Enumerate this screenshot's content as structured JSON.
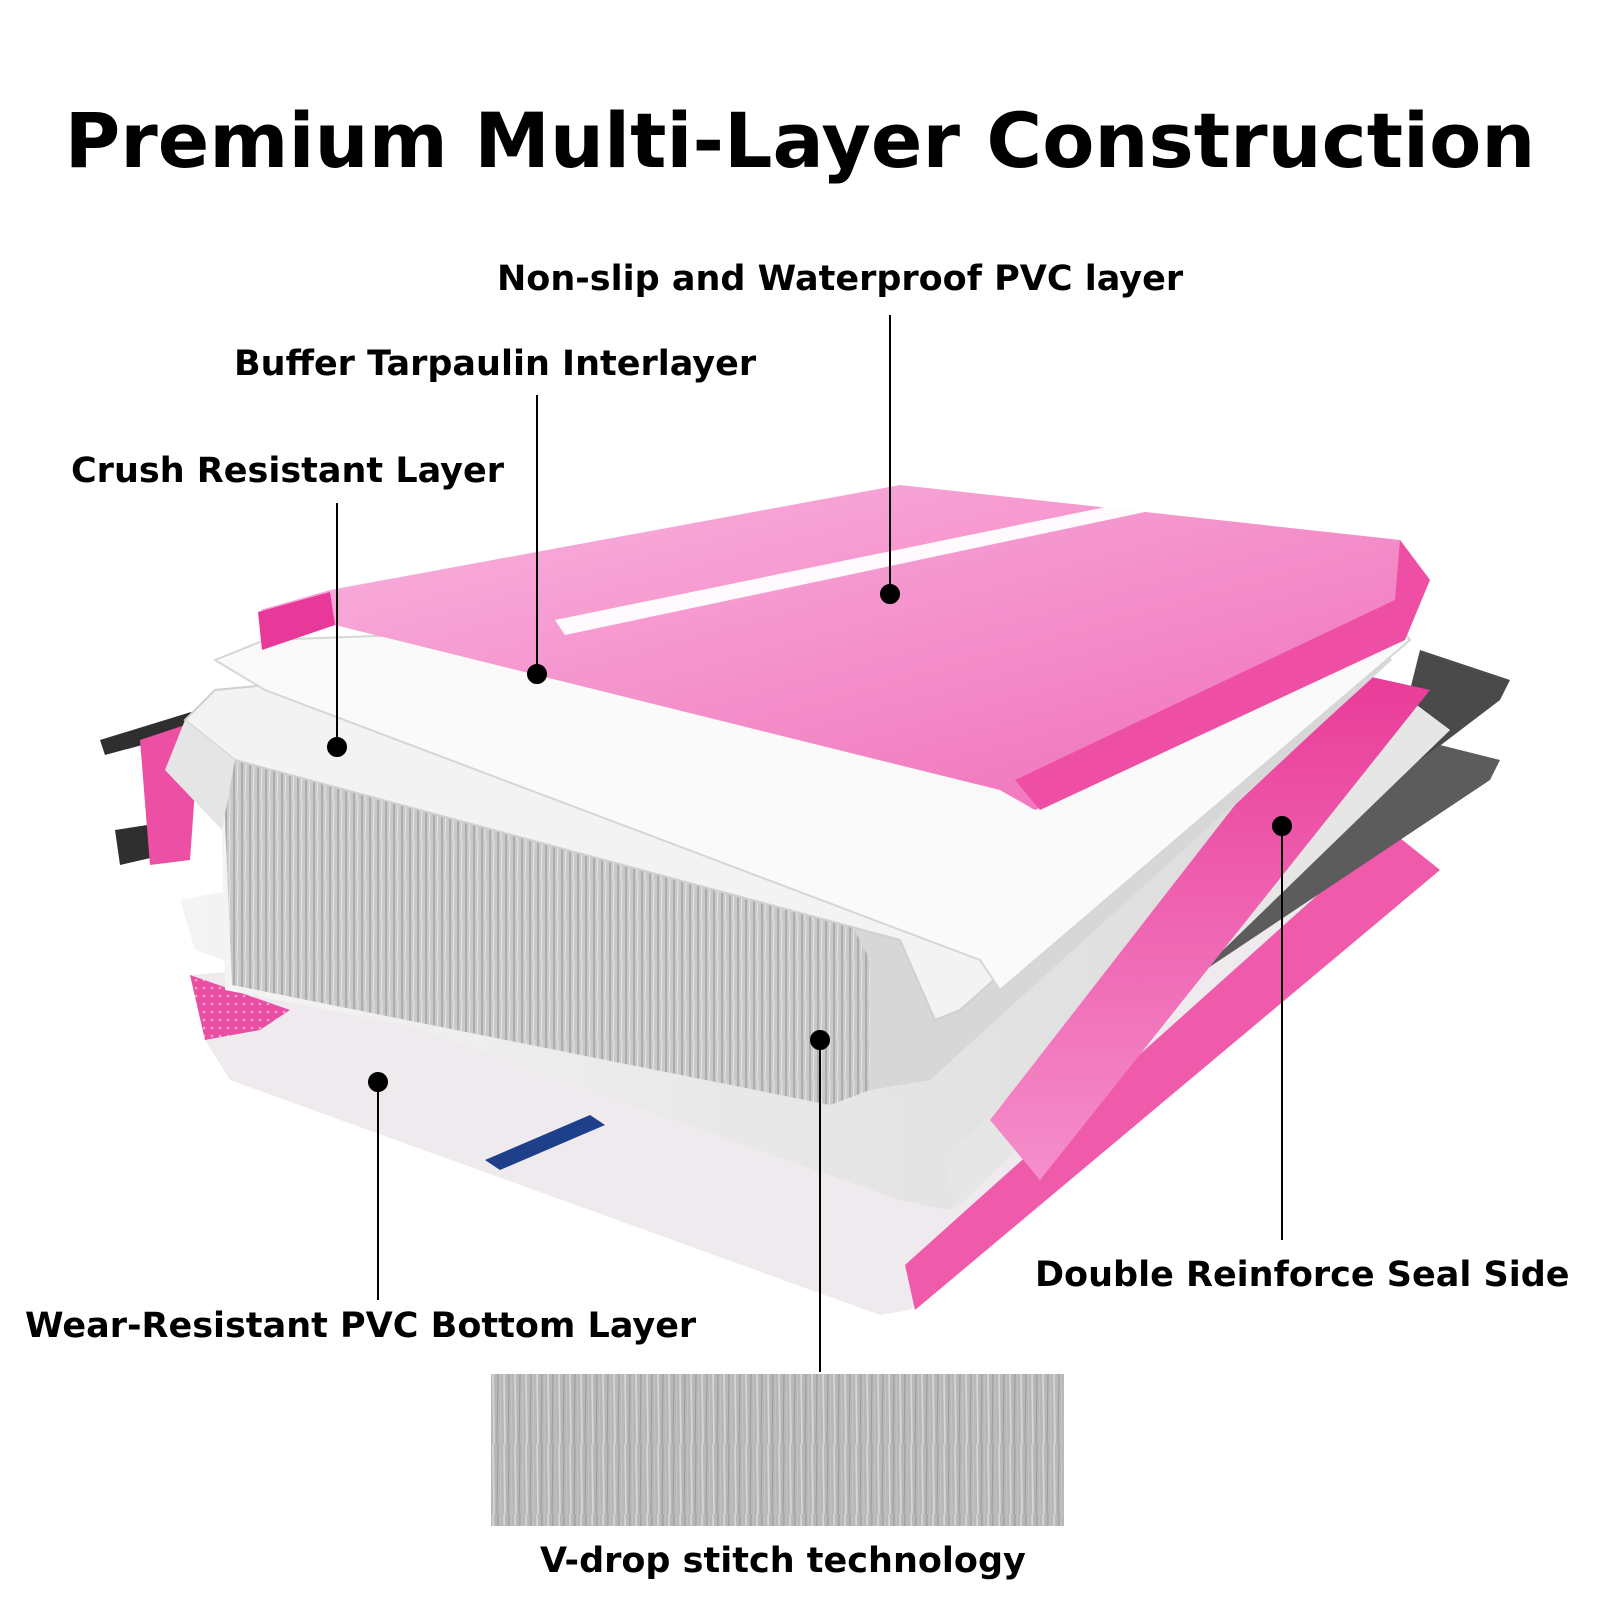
{
  "title": "Premium Multi-Layer Construction",
  "callouts": {
    "top_layer": "Non-slip and Waterproof PVC layer",
    "buffer_layer": "Buffer Tarpaulin Interlayer",
    "crush_layer": "Crush Resistant Layer",
    "seal_side": "Double Reinforce Seal Side",
    "bottom_layer": "Wear-Resistant PVC Bottom Layer",
    "stitch": "V-drop stitch technology"
  },
  "colors": {
    "accent_pink": "#ec3f9b",
    "light_pink": "#f7a6d6",
    "grey": "#8c8c8c",
    "text": "#000000"
  }
}
